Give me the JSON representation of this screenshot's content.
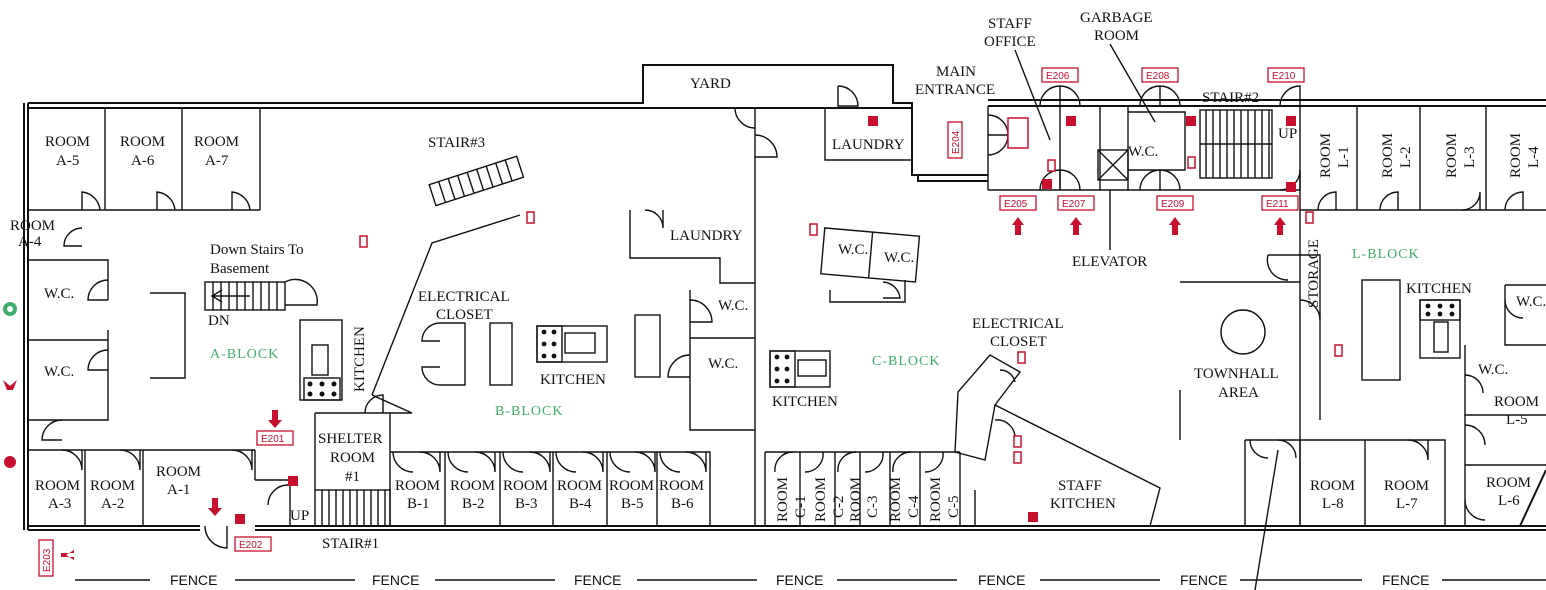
{
  "rooms": {
    "yard": "YARD",
    "main_entrance": [
      "MAIN",
      "ENTRANCE"
    ],
    "staff_office": [
      "STAFF",
      "OFFICE"
    ],
    "garbage_room": [
      "GARBAGE",
      "ROOM"
    ],
    "stair2": "STAIR#2",
    "stair3": "STAIR#3",
    "stair1": "STAIR#1",
    "laundry": "LAUNDRY",
    "wc": "W.C.",
    "wc_b": "W.C.",
    "elevator": "ELEVATOR",
    "up": "UP",
    "dn": "DN",
    "down_stairs": [
      "Down Stairs To",
      "Basement"
    ],
    "kitchen": "KITCHEN",
    "electrical_closet": [
      "ELECTRICAL",
      "CLOSET"
    ],
    "shelter_room": [
      "SHELTER",
      "ROOM",
      "#1"
    ],
    "townhall": [
      "TOWNHALL",
      "AREA"
    ],
    "storage": "STORAGE",
    "staff_kitchen": [
      "STAFF",
      "KITCHEN"
    ],
    "room_word": "ROOM",
    "a_rooms": [
      "A-1",
      "A-2",
      "A-3",
      "A-4",
      "A-5",
      "A-6",
      "A-7"
    ],
    "b_rooms": [
      "B-1",
      "B-2",
      "B-3",
      "B-4",
      "B-5",
      "B-6"
    ],
    "c_rooms": [
      "C-1",
      "C-2",
      "C-3",
      "C-4",
      "C-5"
    ],
    "l_rooms": [
      "L-1",
      "L-2",
      "L-3",
      "L-4",
      "L-5",
      "L-6",
      "L-7",
      "L-8"
    ]
  },
  "blocks": {
    "a": "A-BLOCK",
    "b": "B-BLOCK",
    "c": "C-BLOCK",
    "l": "L-BLOCK"
  },
  "fence": "FENCE",
  "exits": [
    "E201",
    "E202",
    "E203",
    "E204",
    "E205",
    "E206",
    "E207",
    "E208",
    "E209",
    "E210",
    "E211"
  ],
  "colors": {
    "exit_red": "#c8102e",
    "block_green": "#3fae6a",
    "wall": "#111111"
  },
  "legend_icons": [
    "green-circle-icon",
    "red-y-icon",
    "red-flower-icon"
  ]
}
